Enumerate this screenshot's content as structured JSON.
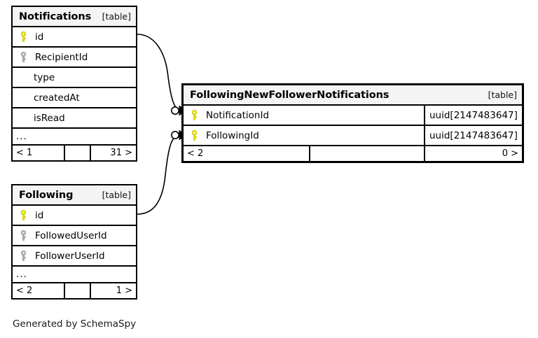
{
  "diagram": {
    "tool": "SchemaSpy",
    "caption": "Generated by SchemaSpy",
    "table_tag": "[table]",
    "ellipsis": "...",
    "colors": {
      "primary_key": "#e8e800",
      "foreign_key": "#aaaaaa",
      "border": "#000000",
      "title_background": "#f4f4f4",
      "page_background": "#ffffff"
    }
  },
  "tables": [
    {
      "id": "notifications",
      "name": "Notifications",
      "tag": "[table]",
      "columns": [
        {
          "name": "id",
          "key": "primary",
          "type": ""
        },
        {
          "name": "RecipientId",
          "key": "foreign",
          "type": ""
        },
        {
          "name": "type",
          "key": "none",
          "type": ""
        },
        {
          "name": "createdAt",
          "key": "none",
          "type": ""
        },
        {
          "name": "isRead",
          "key": "none",
          "type": ""
        }
      ],
      "has_more": true,
      "more_label": "...",
      "footer": {
        "left": "< 1",
        "middle": "",
        "right": "31 >"
      }
    },
    {
      "id": "followingnewfollowernotifications",
      "name": "FollowingNewFollowerNotifications",
      "tag": "[table]",
      "columns": [
        {
          "name": "NotificationId",
          "key": "primary",
          "type": "uuid[2147483647]"
        },
        {
          "name": "FollowingId",
          "key": "primary",
          "type": "uuid[2147483647]"
        }
      ],
      "has_more": false,
      "more_label": "",
      "footer": {
        "left": "< 2",
        "middle": "",
        "right": "0 >"
      }
    },
    {
      "id": "following",
      "name": "Following",
      "tag": "[table]",
      "columns": [
        {
          "name": "id",
          "key": "primary",
          "type": ""
        },
        {
          "name": "FollowedUserId",
          "key": "foreign",
          "type": ""
        },
        {
          "name": "FollowerUserId",
          "key": "foreign",
          "type": ""
        }
      ],
      "has_more": true,
      "more_label": "...",
      "footer": {
        "left": "< 2",
        "middle": "",
        "right": "1 >"
      }
    }
  ],
  "relationships": [
    {
      "id": "rel-notifications-notificationid",
      "from_table": "Notifications",
      "from_column": "id",
      "to_table": "FollowingNewFollowerNotifications",
      "to_column": "NotificationId"
    },
    {
      "id": "rel-following-followingid",
      "from_table": "Following",
      "from_column": "id",
      "to_table": "FollowingNewFollowerNotifications",
      "to_column": "FollowingId"
    }
  ]
}
